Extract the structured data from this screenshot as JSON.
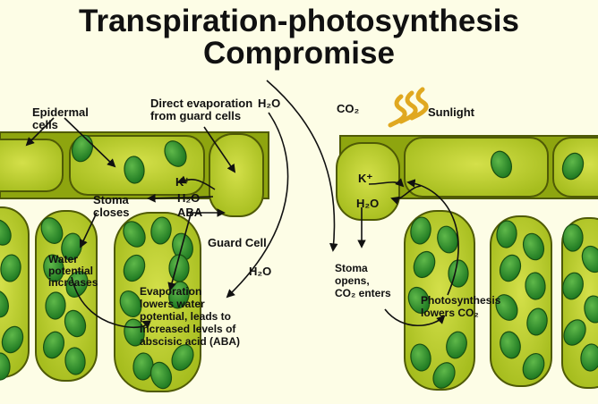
{
  "title": {
    "line1": "Transpiration-photosynthesis",
    "line2": "Compromise"
  },
  "labels": {
    "epidermal_line1": "Epidermal",
    "epidermal_line2": "cells",
    "direct_evap_line1": "Direct evaporation",
    "direct_evap_line2": "from guard cells",
    "h2o_top_left": "H₂O",
    "co2_top": "CO₂",
    "sunlight": "Sunlight",
    "k_left": "K⁺",
    "h2o_guard_left": "H₂O",
    "aba_guard_left": "ABA",
    "stoma_closes_line1": "Stoma",
    "stoma_closes_line2": "closes",
    "guard_cell": "Guard Cell",
    "h2o_mid_left": "H₂O",
    "water_potential_line1": "Water",
    "water_potential_line2": "potential",
    "water_potential_line3": "increases",
    "evaporation_line1": "Evaporation",
    "evaporation_line2": "lowers water",
    "evaporation_line3": "potential, leads to",
    "evaporation_line4": "increased levels of",
    "evaporation_line5": "abscisic acid (ABA)",
    "k_right": "K⁺",
    "h2o_guard_right": "H₂O",
    "stoma_opens_line1": "Stoma",
    "stoma_opens_line2": "opens,",
    "stoma_opens_line3": "CO₂ enters",
    "photosynthesis_line1": "Photosynthesis",
    "photosynthesis_line2": "lowers CO₂"
  },
  "colors": {
    "background": "#fdfde6",
    "cell_fill": "#a6bd1e",
    "cell_outline": "#4f5a06",
    "cell_inner": "#c7d63a",
    "chloroplast": "#2f8f2a",
    "sunlight": "#e0a820"
  },
  "icons": {
    "sunlight": "sunlight-rays-icon"
  }
}
